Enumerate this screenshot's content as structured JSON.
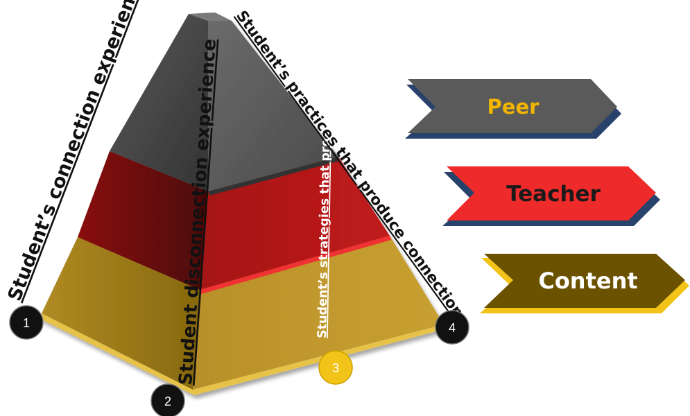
{
  "pyramid": {
    "edge_labels": {
      "left": "Student’s connection experience",
      "center": "Student disconnection experience",
      "right_inner": "Student’s strategies that produce connections",
      "right_outer": "Student’s practices that produce connections"
    },
    "corner_markers": [
      {
        "label": "1",
        "color": "#111111",
        "text_color": "#ffffff"
      },
      {
        "label": "2",
        "color": "#111111",
        "text_color": "#ffffff"
      },
      {
        "label": "3",
        "color": "#f2c318",
        "text_color": "#ffffff"
      },
      {
        "label": "4",
        "color": "#111111",
        "text_color": "#ffffff"
      }
    ],
    "layer_colors": {
      "top_left": "#474747",
      "top_right": "#5d5d5d",
      "middle_left": "#5f0a0a",
      "middle_right": "#b01616",
      "bottom_left": "#9a7a1c",
      "bottom_right": "#c49a2a"
    }
  },
  "arrows": [
    {
      "label": "Peer",
      "fill": "#5a5a5a",
      "text_color": "#f2b600",
      "edge": "#27436b"
    },
    {
      "label": "Teacher",
      "fill": "#ee2a2a",
      "text_color": "#1a1a1a",
      "edge": "#27436b"
    },
    {
      "label": "Content",
      "fill": "#6b5200",
      "text_color": "#ffffff",
      "edge": "#f2c318"
    }
  ]
}
